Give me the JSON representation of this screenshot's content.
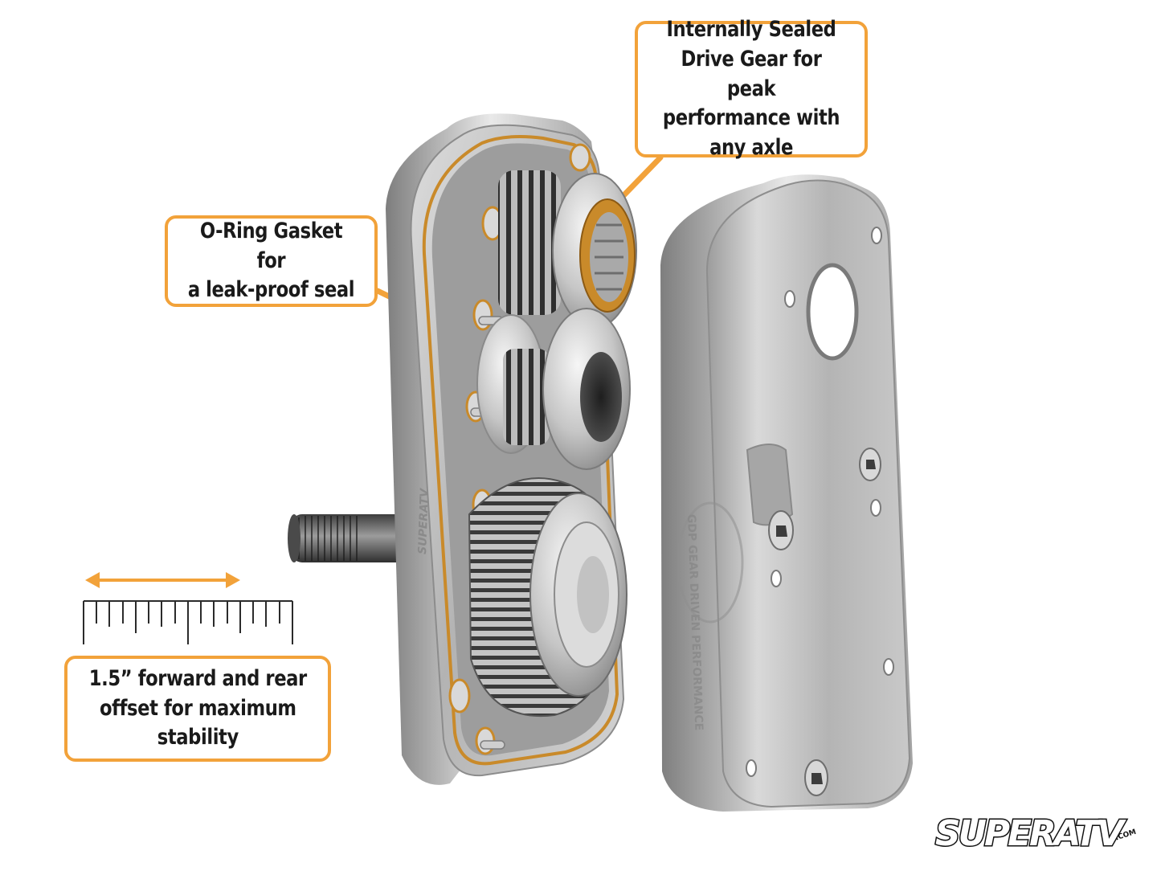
{
  "colors": {
    "accent": "#f2a23a",
    "metal_light": "#e8e8e8",
    "metal_mid": "#b9b9b9",
    "metal_dark": "#6f6f6f",
    "bronze": "#c98a2a"
  },
  "callouts": {
    "drive_gear": "Internally Sealed\nDrive Gear for peak\nperformance with\nany axle",
    "o_ring": "O-Ring Gasket for\na leak-proof seal",
    "offset": "1.5” forward and rear\noffset for maximum\nstability"
  },
  "icons": {
    "offset_arrow": "double-headed-arrow-icon",
    "ruler": "ruler-scale-icon"
  },
  "brand": {
    "logo": "SUPERATV",
    "logo_suffix": ".COM",
    "cover_engraving": "GDP GEAR DRIVEN PERFORMANCE",
    "housing_engraving": "SUPERATV"
  }
}
